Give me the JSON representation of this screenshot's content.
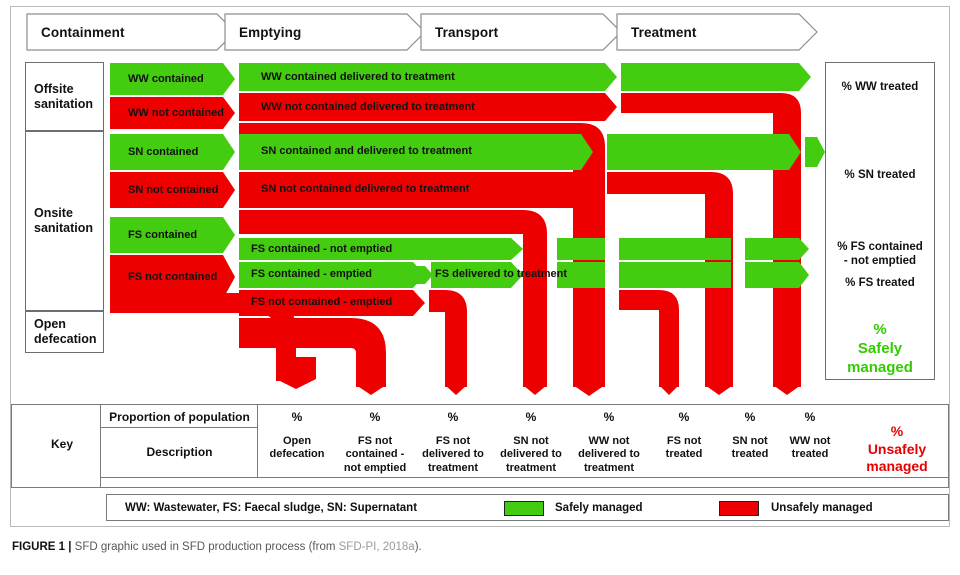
{
  "colors": {
    "green": "#44cc11",
    "red": "#ee0000",
    "safe_text": "#33cc00",
    "unsafe_text": "#e60000",
    "border": "#7a7a7a"
  },
  "header": {
    "stages": [
      {
        "label": "Containment"
      },
      {
        "label": "Emptying"
      },
      {
        "label": "Transport"
      },
      {
        "label": "Treatment"
      }
    ]
  },
  "categories": [
    {
      "label": "Offsite\nsanitation"
    },
    {
      "label": "Onsite\nsanitation"
    },
    {
      "label": "Open\ndefecation"
    }
  ],
  "containment": [
    {
      "label": "WW contained",
      "status": "safe"
    },
    {
      "label": "WW not contained",
      "status": "unsafe"
    },
    {
      "label": "SN contained",
      "status": "safe"
    },
    {
      "label": "SN not contained",
      "status": "unsafe"
    },
    {
      "label": "FS contained",
      "status": "safe"
    },
    {
      "label": "FS not contained",
      "status": "unsafe"
    }
  ],
  "flows": [
    {
      "label": "WW contained delivered to treatment",
      "status": "safe"
    },
    {
      "label": "WW not contained delivered to treatment",
      "status": "unsafe"
    },
    {
      "label": "SN contained and delivered to treatment",
      "status": "safe"
    },
    {
      "label": "SN not contained delivered to treatment",
      "status": "unsafe"
    },
    {
      "label": "FS contained - not emptied",
      "status": "safe"
    },
    {
      "label": "FS contained - emptied",
      "status": "safe"
    },
    {
      "label": "FS not contained - emptied",
      "status": "unsafe"
    },
    {
      "label": "FS delivered to treatment",
      "status": "safe"
    }
  ],
  "outcomes": [
    {
      "label": "% WW treated",
      "style": "plain"
    },
    {
      "label": "% SN treated",
      "style": "plain"
    },
    {
      "label": "% FS contained\n- not emptied",
      "style": "plain"
    },
    {
      "label": "% FS treated",
      "style": "plain"
    },
    {
      "label": "%\nSafely\nmanaged",
      "style": "green"
    }
  ],
  "key": {
    "title": "Key",
    "row_labels": {
      "proportion": "Proportion of population",
      "description": "Description"
    },
    "columns": [
      {
        "pct": "%",
        "desc": "Open\ndefecation"
      },
      {
        "pct": "%",
        "desc": "FS not\ncontained -\nnot emptied"
      },
      {
        "pct": "%",
        "desc": "FS not\ndelivered to\ntreatment"
      },
      {
        "pct": "%",
        "desc": "SN not\ndelivered to\ntreatment"
      },
      {
        "pct": "%",
        "desc": "WW not\ndelivered to\ntreatment"
      },
      {
        "pct": "%",
        "desc": "FS not\ntreated"
      },
      {
        "pct": "%",
        "desc": "SN not\ntreated"
      },
      {
        "pct": "%",
        "desc": "WW not\ntreated"
      }
    ],
    "total": "%\nUnsafely\nmanaged"
  },
  "legend": {
    "abbreviations": "WW: Wastewater, FS: Faecal sludge, SN: Supernatant",
    "items": [
      {
        "label": "Safely managed",
        "color": "#44cc11"
      },
      {
        "label": "Unsafely managed",
        "color": "#ee0000"
      }
    ]
  },
  "caption": {
    "figure": "FIGURE 1 |",
    "text": " SFD graphic used in SFD production process (from ",
    "source": "SFD-PI, 2018a",
    "suffix": ")."
  }
}
